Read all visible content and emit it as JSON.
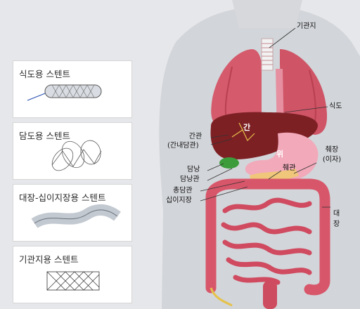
{
  "cards": [
    {
      "title": "식도용 스텐트"
    },
    {
      "title": "담도용 스텐트"
    },
    {
      "title": "대장-십이지장용 스텐트"
    },
    {
      "title": "기관지용 스텐트"
    }
  ],
  "labels": {
    "trachea": "기관지",
    "esophagus": "식도",
    "liver": "간",
    "stomach": "위",
    "hepatic_duct": "간관",
    "intrahepatic_duct": "(간내담관)",
    "pancreas_line1": "췌장",
    "pancreas_line2": "(이자)",
    "pancreatic_duct": "췌관",
    "gallbladder": "담낭",
    "cystic_duct": "담낭관",
    "common_bile_duct": "총담관",
    "duodenum": "십이지장",
    "colon_line1": "대",
    "colon_line2": "장"
  },
  "colors": {
    "lung": "#d05a6a",
    "liver": "#7a1f22",
    "stomach": "#f0a6b6",
    "intestine": "#d8566a",
    "gallbladder": "#3a9a3a",
    "bile_duct": "#e6c24a",
    "body": "#d3d6da"
  }
}
